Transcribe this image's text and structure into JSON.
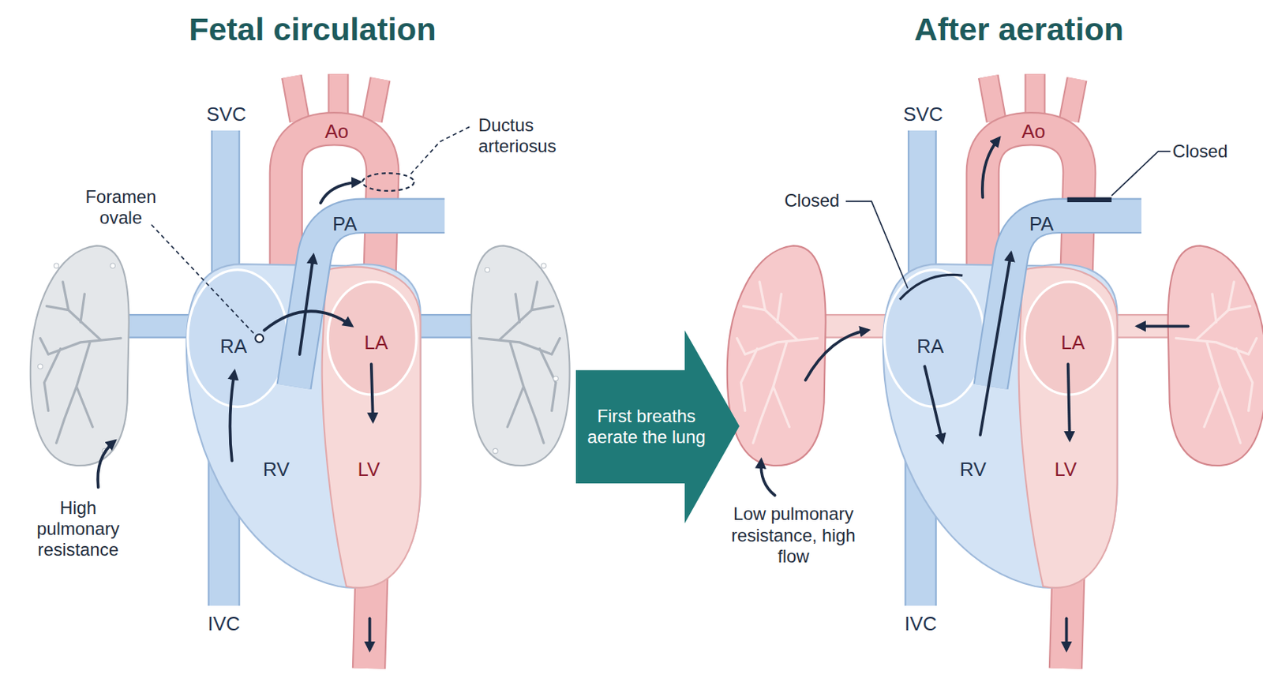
{
  "diagram": {
    "nodes": [
      {
        "text": [
          "First breaths aerate the lung"
        ]
      }
    ],
    "labels": [
      "Fetal circulation",
      "After aeration",
      "SVC",
      "Ao",
      "Ductus arteriosus",
      "Foramen ovale",
      "PA",
      "RA",
      "LA",
      "RV",
      "LV",
      "High pulmonary resistance",
      "IVC",
      "SVC",
      "Ao",
      "Closed",
      "Closed",
      "PA",
      "RA",
      "LA",
      "RV",
      "LV",
      "Low pulmonary resistance, high flow",
      "IVC"
    ]
  }
}
